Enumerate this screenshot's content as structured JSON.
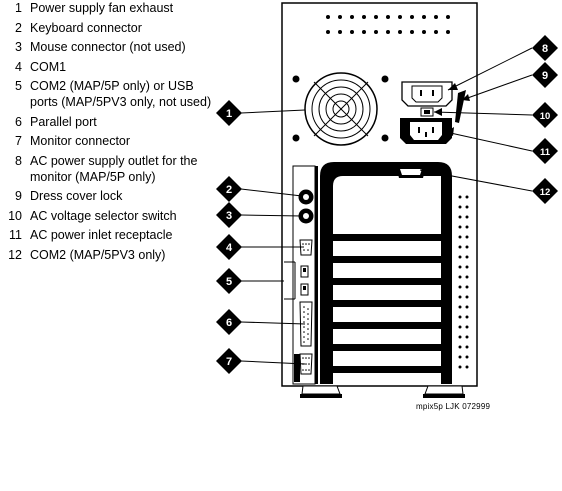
{
  "legend": [
    {
      "num": "1",
      "text": "Power supply fan exhaust"
    },
    {
      "num": "2",
      "text": "Keyboard connector"
    },
    {
      "num": "3",
      "text": "Mouse connector (not used)"
    },
    {
      "num": "4",
      "text": "COM1"
    },
    {
      "num": "5",
      "text": "COM2 (MAP/5P only) or USB ports (MAP/5PV3 only, not used)"
    },
    {
      "num": "6",
      "text": "Parallel port"
    },
    {
      "num": "7",
      "text": "Monitor connector"
    },
    {
      "num": "8",
      "text": "AC power supply outlet for the monitor (MAP/5P only)"
    },
    {
      "num": "9",
      "text": "Dress cover lock"
    },
    {
      "num": "10",
      "text": "AC voltage selector switch"
    },
    {
      "num": "11",
      "text": "AC power inlet receptacle"
    },
    {
      "num": "12",
      "text": "COM2 (MAP/5PV3 only)"
    }
  ],
  "callouts": {
    "c1": "1",
    "c2": "2",
    "c3": "3",
    "c4": "4",
    "c5": "5",
    "c6": "6",
    "c7": "7",
    "c8": "8",
    "c9": "9",
    "c10": "10",
    "c11": "11",
    "c12": "12"
  },
  "credit": "mpix5p LJK 072999"
}
